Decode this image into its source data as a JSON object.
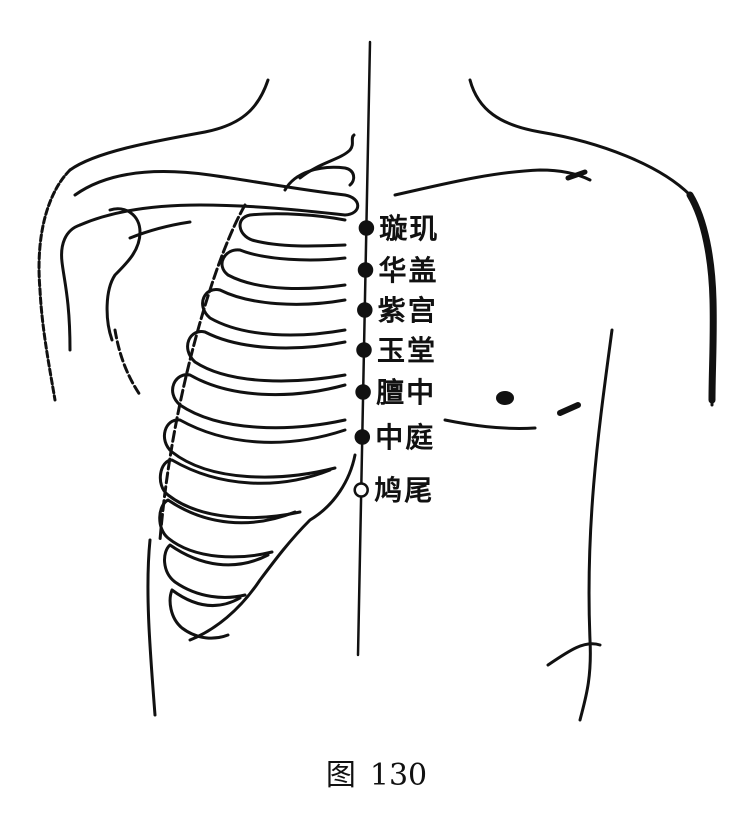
{
  "figure": {
    "caption_prefix": "图",
    "caption_number": "130"
  },
  "acupoints": [
    {
      "name": "璇玑",
      "style": "filled"
    },
    {
      "name": "华盖",
      "style": "filled"
    },
    {
      "name": "紫宫",
      "style": "filled"
    },
    {
      "name": "玉堂",
      "style": "filled"
    },
    {
      "name": "膻中",
      "style": "filled"
    },
    {
      "name": "中庭",
      "style": "filled"
    },
    {
      "name": "鸠尾",
      "style": "hollow"
    }
  ]
}
